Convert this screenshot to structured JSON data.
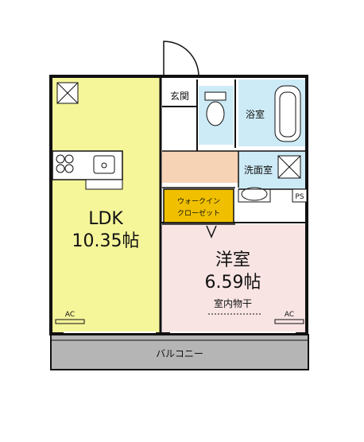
{
  "rooms": {
    "ldk": {
      "name": "LDK",
      "size": "10.35帖"
    },
    "bedroom": {
      "name": "洋室",
      "size": "6.59帖",
      "note": "室内物干"
    },
    "entrance": "玄関",
    "bath": "浴室",
    "washroom": "洗面室",
    "closet_line1": "ウォークイン",
    "closet_line2": "クローゼット",
    "balcony": "バルコニー"
  },
  "markers": {
    "ac_left": "AC",
    "ac_right": "AC",
    "ps": "PS"
  },
  "colors": {
    "ldk": "#f5f59a",
    "bedroom": "#f9e4e4",
    "entrance": "#f7d3b5",
    "bath": "#cdebf6",
    "closet": "#f0c000",
    "balcony": "#b5b5b5",
    "wall": "#111111"
  }
}
